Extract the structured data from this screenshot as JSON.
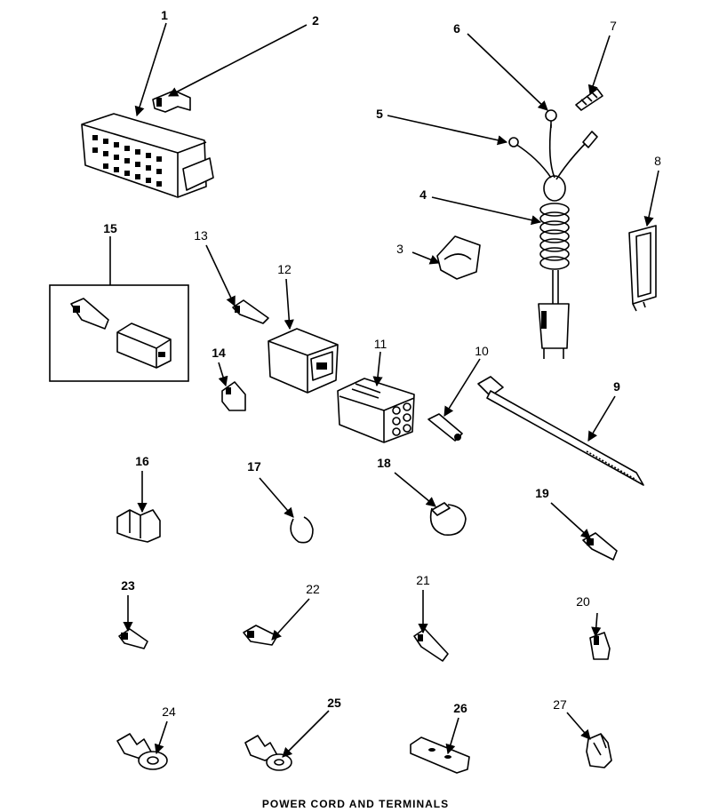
{
  "diagram": {
    "caption": "POWER CORD AND TERMINALS",
    "callouts": [
      {
        "id": "1",
        "label": "1"
      },
      {
        "id": "2",
        "label": "2"
      },
      {
        "id": "3",
        "label": "3"
      },
      {
        "id": "4",
        "label": "4"
      },
      {
        "id": "5",
        "label": "5"
      },
      {
        "id": "6",
        "label": "6"
      },
      {
        "id": "7",
        "label": "7"
      },
      {
        "id": "8",
        "label": "8"
      },
      {
        "id": "9",
        "label": "9"
      },
      {
        "id": "10",
        "label": "10"
      },
      {
        "id": "11",
        "label": "11"
      },
      {
        "id": "12",
        "label": "12"
      },
      {
        "id": "13",
        "label": "13"
      },
      {
        "id": "14",
        "label": "14"
      },
      {
        "id": "15",
        "label": "15"
      },
      {
        "id": "16",
        "label": "16"
      },
      {
        "id": "17",
        "label": "17"
      },
      {
        "id": "18",
        "label": "18"
      },
      {
        "id": "19",
        "label": "19"
      },
      {
        "id": "20",
        "label": "20"
      },
      {
        "id": "21",
        "label": "21"
      },
      {
        "id": "22",
        "label": "22"
      },
      {
        "id": "23",
        "label": "23"
      },
      {
        "id": "24",
        "label": "24"
      },
      {
        "id": "25",
        "label": "25"
      },
      {
        "id": "26",
        "label": "26"
      },
      {
        "id": "27",
        "label": "27"
      }
    ]
  }
}
